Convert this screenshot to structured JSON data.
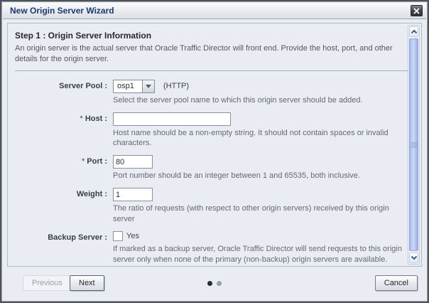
{
  "dialog": {
    "title": "New Origin Server Wizard"
  },
  "step": {
    "heading": "Step 1 : Origin Server Information",
    "description": "An origin server is the actual server that Oracle Traffic Director will front end. Provide the host, port, and other details for the origin server."
  },
  "fields": {
    "server_pool": {
      "label": "Server Pool :",
      "value": "osp1",
      "suffix": "(HTTP)",
      "help": "Select the server pool name to which this origin server should be added."
    },
    "host": {
      "required": "*",
      "label": "Host :",
      "value": "",
      "help": "Host name should be a non-empty string. It should not contain spaces or invalid characters."
    },
    "port": {
      "required": "*",
      "label": "Port :",
      "value": "80",
      "help": "Port number should be an integer between 1 and 65535, both inclusive."
    },
    "weight": {
      "label": "Weight :",
      "value": "1",
      "help": "The ratio of requests (with respect to other origin servers) received by this origin server"
    },
    "backup": {
      "label": "Backup Server :",
      "checkbox_label": "Yes",
      "checked": false,
      "help": "If marked as a backup server, Oracle Traffic Director will send requests to this origin server only when none of the primary (non-backup) origin servers are available."
    }
  },
  "footer": {
    "previous_label": "Previous",
    "next_label": "Next",
    "cancel_label": "Cancel",
    "dots": {
      "total": 2,
      "active_index": 0
    }
  },
  "colors": {
    "title_text": "#1a3a70",
    "dialog_background": "#e9ecf3",
    "scrollbar_thumb": "#b3c4f0",
    "active_dot": "#2b2b2b",
    "inactive_dot": "#9aa0a6"
  }
}
